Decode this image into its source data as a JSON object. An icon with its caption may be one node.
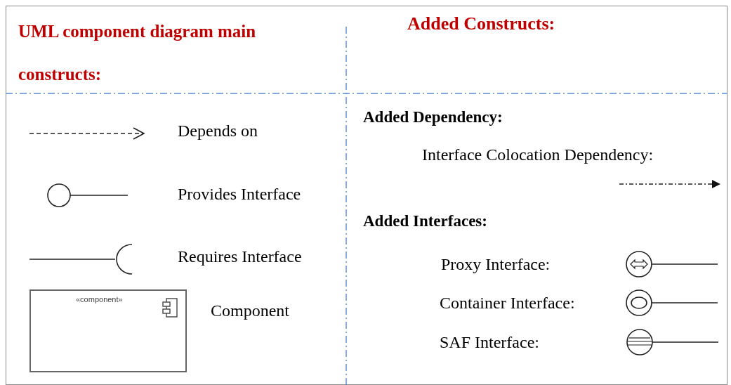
{
  "diagram": {
    "nodes": [
      {
        "text": [
          "«component»"
        ],
        "beside": [
          "Component"
        ]
      }
    ],
    "labels": [
      "UML component diagram main constructs:",
      "Added Constructs:",
      "Added Dependency:",
      "Added Interfaces:"
    ],
    "legend": [
      {
        "text": "Depends on"
      },
      {
        "text": "Provides Interface"
      },
      {
        "text": "Requires Interface"
      },
      {
        "text": "Interface Colocation Dependency:"
      },
      {
        "text": "Proxy Interface:"
      },
      {
        "text": "Container Interface:"
      },
      {
        "text": "SAF Interface:"
      }
    ]
  }
}
